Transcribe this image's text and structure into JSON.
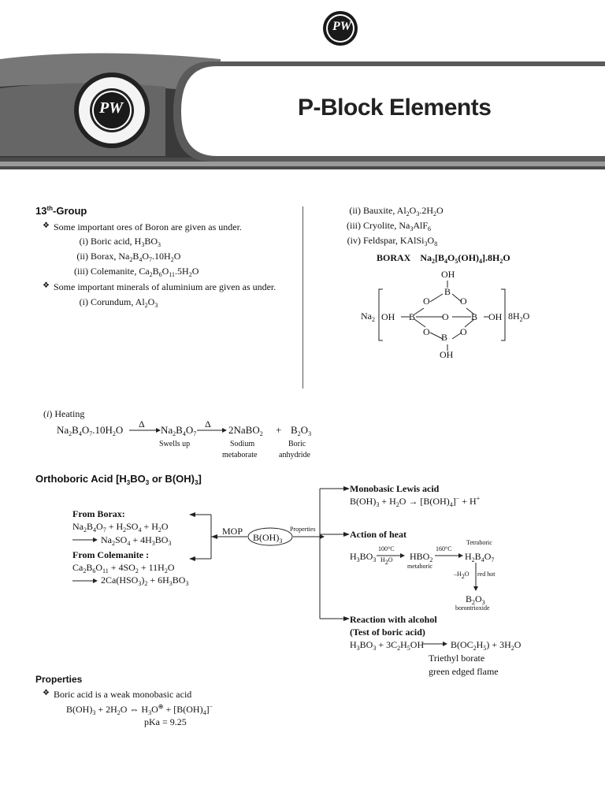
{
  "header": {
    "title": "P-Block Elements",
    "logo_text": "PW"
  },
  "section13": {
    "heading_main": "13",
    "heading_sup": "th",
    "heading_tail": "-Group",
    "boron_intro": "Some important ores of Boron are given as under.",
    "boron_list": [
      {
        "num": "(i)",
        "text": "Boric acid, H<sub>3</sub>BO<sub>3</sub>"
      },
      {
        "num": "(ii)",
        "text": "Borax, Na<sub>2</sub>B<sub>4</sub>O<sub>7</sub>.10H<sub>2</sub>O"
      },
      {
        "num": "(iii)",
        "text": "Colemanite, Ca<sub>2</sub>B<sub>6</sub>O<sub>11</sub>.5H<sub>2</sub>O"
      }
    ],
    "al_intro": "Some important minerals of aluminium are given as under.",
    "al_list": [
      {
        "num": "(i)",
        "text": "Corundum, Al<sub>2</sub>O<sub>3</sub>"
      },
      {
        "num": "(ii)",
        "text": "Bauxite, Al<sub>2</sub>O<sub>3</sub>.2H<sub>2</sub>O"
      },
      {
        "num": "(iii)",
        "text": "Cryolite, Na<sub>3</sub>AlF<sub>6</sub>"
      },
      {
        "num": "(iv)",
        "text": "Feldspar, KAlSi<sub>3</sub>O<sub>8</sub>"
      }
    ]
  },
  "borax": {
    "title": "BORAX &nbsp;&nbsp; Na<sub>2</sub>[B<sub>4</sub>O<sub>5</sub>(OH)<sub>4</sub>].8H<sub>2</sub>O",
    "atoms": {
      "oh": "OH",
      "b": "B",
      "o": "O",
      "na2": "Na<sub>2</sub>",
      "water": "8H<sub>2</sub>O"
    }
  },
  "heating": {
    "label": "(<i>i</i>) Heating",
    "delta": "Δ",
    "borax": "Na<sub>2</sub>B<sub>4</sub>O<sub>7</sub>.10H<sub>2</sub>O",
    "anhydrous": "Na<sub>2</sub>B<sub>4</sub>O<sub>7</sub>",
    "swells": "Swells up",
    "nabo2": "2NaBO<sub>2</sub>",
    "plus": "+",
    "b2o3": "B<sub>2</sub>O<sub>3</sub>",
    "sodium": "Sodium",
    "metaborate": "metaborate",
    "boric": "Boric",
    "anhydride": "anhydride"
  },
  "orthoboric": {
    "heading": "Orthoboric Acid [H<sub>3</sub>BO<sub>3</sub> or B(OH)<sub>3</sub>]",
    "from_borax": "From Borax:",
    "borax_eq1": "Na<sub>2</sub>B<sub>4</sub>O<sub>7</sub> + H<sub>2</sub>SO<sub>4</sub> + H<sub>2</sub>O",
    "borax_eq2": "Na<sub>2</sub>SO<sub>4</sub> + 4H<sub>3</sub>BO<sub>3</sub>",
    "from_colemanite": "From Colemanite :",
    "cole_eq1": "Ca<sub>2</sub>B<sub>6</sub>O<sub>11</sub> + 4SO<sub>2</sub> + 11H<sub>2</sub>O",
    "cole_eq2": "2Ca(HSO<sub>3</sub>)<sub>2</sub> + 6H<sub>3</sub>BO<sub>3</sub>",
    "mop": "MOP",
    "center": "B(OH)<sub>3</sub>",
    "properties_tag": "Properties",
    "lewis_title": "Monobasic Lewis acid",
    "lewis_eq": "B(OH)<sub>3</sub> + H<sub>2</sub>O → [B(OH)<sub>4</sub>]<sup>−</sup> + H<sup>+</sup>",
    "heat_title": "Action of heat",
    "heat_h3bo3": "H<sub>3</sub>BO<sub>3</sub>",
    "heat_100": "100°C",
    "heat_h2o": "H<sub>2</sub>O",
    "heat_hbo2": "HBO<sub>2</sub>",
    "heat_metaboric": "metaboric",
    "heat_160": "160°C",
    "heat_tetraboric": "Tetraboric",
    "heat_h2b4o7": "H<sub>2</sub>B<sub>4</sub>O<sub>7</sub>",
    "heat_minus_h2o": "–H<sub>2</sub>O",
    "heat_redhot": "red hot",
    "heat_b2o3": "B<sub>2</sub>O<sub>3</sub>",
    "heat_borontrioxide": "borontrioxide",
    "alcohol_title1": "Reaction with alcohol",
    "alcohol_title2": "(Test of boric acid)",
    "alcohol_lhs": "H<sub>3</sub>BO<sub>3</sub> + 3C<sub>2</sub>H<sub>5</sub>OH",
    "alcohol_rhs": "B(OC<sub>2</sub>H<sub>5</sub>) + 3H<sub>2</sub>O",
    "triethyl": "Triethyl borate",
    "flame": "green edged flame"
  },
  "properties": {
    "heading": "Properties",
    "point": "Boric acid is a weak monobasic acid",
    "eq": "B(OH)<sub>3</sub> + 2H<sub>2</sub>O ⇔ H<sub>3</sub>O<sup>⊕</sup> + [B(OH)<sub>4</sub>]<sup>−</sup>",
    "pka": "pKa = 9.25"
  }
}
